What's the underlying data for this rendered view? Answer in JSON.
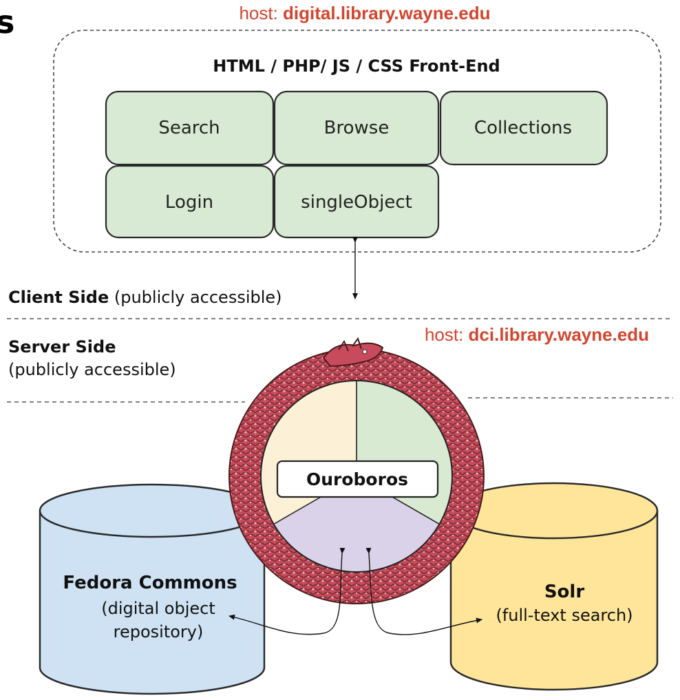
{
  "top_host": {
    "prefix": "host:",
    "name": "digital.library.wayne.edu"
  },
  "frontend": {
    "title": "HTML / PHP/ JS / CSS Front-End",
    "modules": [
      "Search",
      "Browse",
      "Collections",
      "Login",
      "singleObject"
    ]
  },
  "client_side": {
    "heading": "Client Side",
    "note": "(publicly accessible)"
  },
  "server_side": {
    "heading": "Server Side",
    "note": "(publicly accessible)"
  },
  "bottom_host": {
    "prefix": "host:",
    "name": "dci.library.wayne.edu"
  },
  "core": {
    "label": "Ouroboros"
  },
  "fedora": {
    "title": "Fedora Commons",
    "desc_line1": "(digital object",
    "desc_line2": "repository)"
  },
  "solr": {
    "title": "Solr",
    "desc": "(full-text search)"
  },
  "corner_fragment": "s",
  "colors": {
    "host_red": "#d3452e",
    "module_green": "#d8ead3",
    "module_border": "#2a2a2a",
    "pie_cream": "#fcf1d6",
    "pie_green": "#d9ead3",
    "pie_lavender": "#d9d2e9",
    "serpent_red": "#c94a5c",
    "serpent_dark": "#6e2a2a",
    "fedora_blue": "#cfe2f3",
    "solr_yellow": "#ffe599"
  }
}
